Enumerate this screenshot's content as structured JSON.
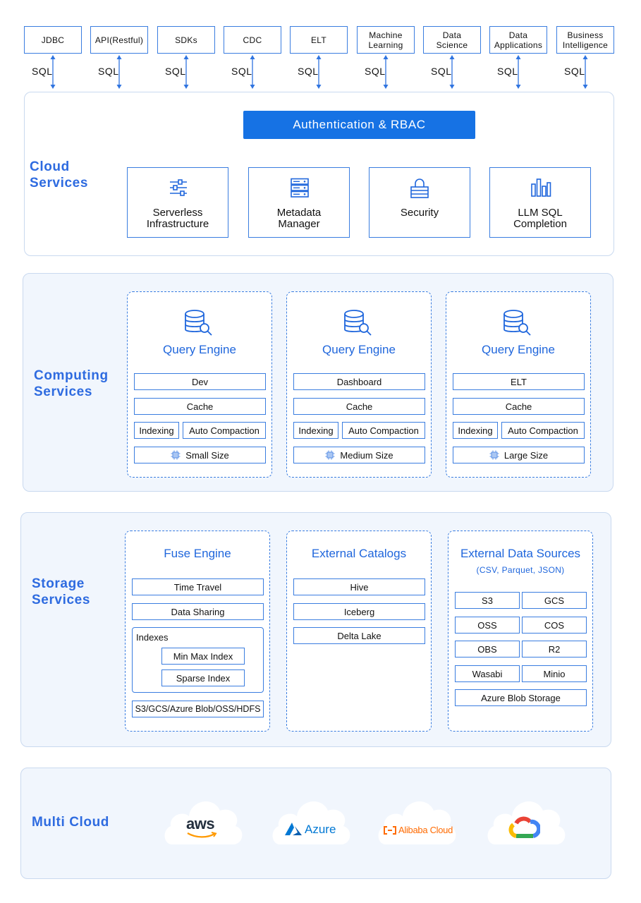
{
  "clients": [
    {
      "label": "JDBC",
      "conn": "SQL"
    },
    {
      "label": "API(Restful)",
      "conn": "SQL"
    },
    {
      "label": "SDKs",
      "conn": "SQL"
    },
    {
      "label": "CDC",
      "conn": "SQL"
    },
    {
      "label": "ELT",
      "conn": "SQL"
    },
    {
      "label": "Machine Learning",
      "conn": "SQL"
    },
    {
      "label": "Data Science",
      "conn": "SQL"
    },
    {
      "label": "Data Applications",
      "conn": "SQL"
    },
    {
      "label": "Business Intelligence",
      "conn": "SQL"
    }
  ],
  "cloud_services": {
    "title": "Cloud Services",
    "auth": "Authentication & RBAC",
    "cards": [
      {
        "label": "Serverless Infrastructure",
        "icon": "sliders-icon"
      },
      {
        "label": "Metadata Manager",
        "icon": "server-stack-icon"
      },
      {
        "label": "Security",
        "icon": "lock-icon"
      },
      {
        "label": "LLM SQL Completion",
        "icon": "bar-chart-icon"
      }
    ]
  },
  "computing_services": {
    "title": "Computing Services",
    "engines": [
      {
        "title": "Query Engine",
        "workload": "Dev",
        "cache": "Cache",
        "indexing": "Indexing",
        "compaction": "Auto Compaction",
        "size": "Small Size"
      },
      {
        "title": "Query Engine",
        "workload": "Dashboard",
        "cache": "Cache",
        "indexing": "Indexing",
        "compaction": "Auto Compaction",
        "size": "Medium Size"
      },
      {
        "title": "Query Engine",
        "workload": "ELT",
        "cache": "Cache",
        "indexing": "Indexing",
        "compaction": "Auto Compaction",
        "size": "Large Size"
      }
    ]
  },
  "storage_services": {
    "title": "Storage Services",
    "fuse": {
      "title": "Fuse Engine",
      "items": [
        "Time Travel",
        "Data Sharing"
      ],
      "indexes_label": "Indexes",
      "indexes": [
        "Min Max Index",
        "Sparse Index"
      ],
      "storage": "S3/GCS/Azure Blob/OSS/HDFS"
    },
    "catalogs": {
      "title": "External Catalogs",
      "items": [
        "Hive",
        "Iceberg",
        "Delta Lake"
      ]
    },
    "sources": {
      "title": "External Data Sources",
      "subtitle": "(CSV, Parquet, JSON)",
      "items": [
        "S3",
        "GCS",
        "OSS",
        "COS",
        "OBS",
        "R2",
        "Wasabi",
        "Minio"
      ],
      "wide": "Azure Blob Storage"
    }
  },
  "multi_cloud": {
    "title": "Multi Cloud",
    "providers": [
      {
        "name": "aws",
        "color": "#232f3e"
      },
      {
        "name": "Azure",
        "color": "#0078d4"
      },
      {
        "name": "Alibaba Cloud",
        "color": "#ff6a00"
      },
      {
        "name": "",
        "color": "#4285f4",
        "icon": "google-cloud-icon"
      }
    ]
  },
  "colors": {
    "accent": "#1672e4",
    "border": "#3a7de0",
    "title": "#2e6be0",
    "panel_tint": "#f1f6fd"
  }
}
